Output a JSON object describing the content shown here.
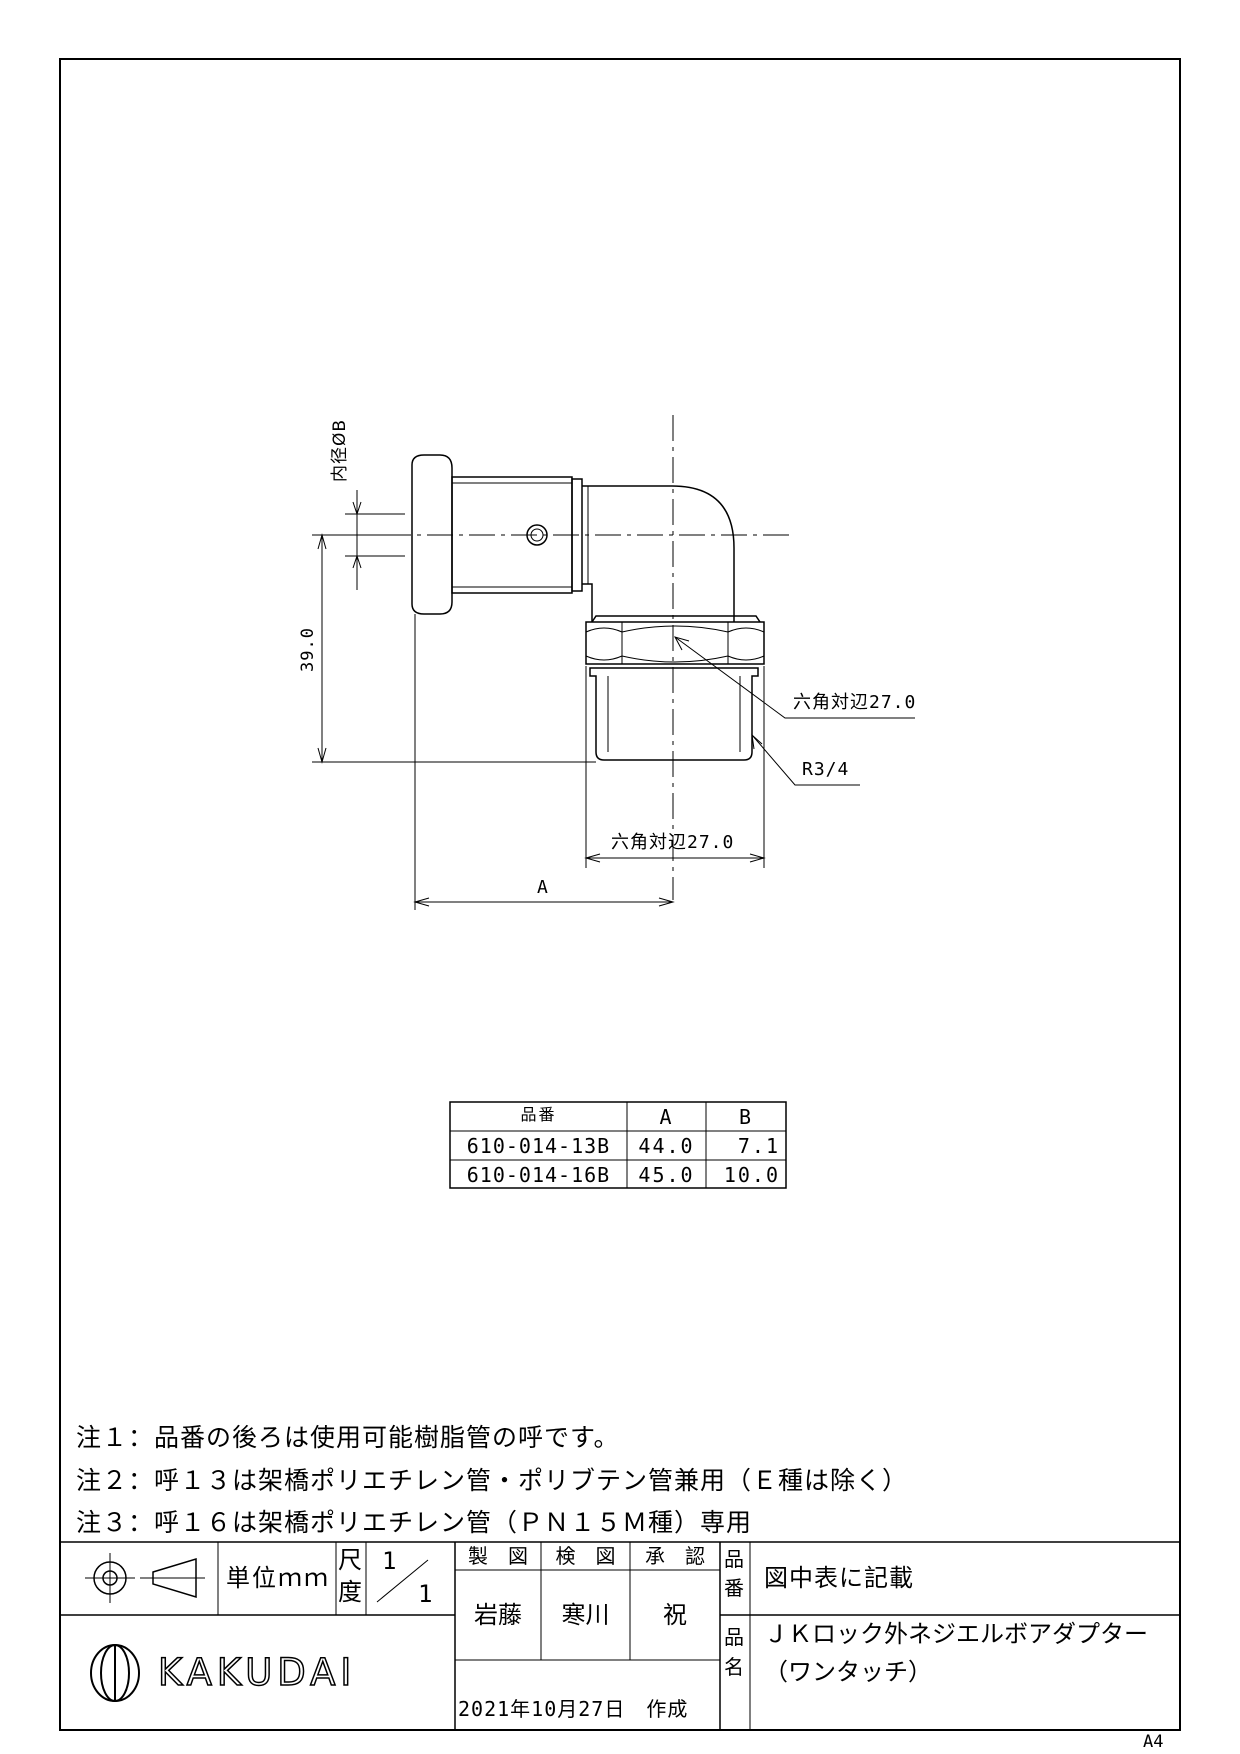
{
  "drawing": {
    "labels": {
      "inner_diameter": "内径ØB",
      "height": "39.0",
      "hex_upper": "六角対辺27.0",
      "thread": "R3/4",
      "hex_lower": "六角対辺27.0",
      "dim_a": "A"
    }
  },
  "spec_table": {
    "headers": [
      "品番",
      "A",
      "B"
    ],
    "rows": [
      [
        "610-014-13B",
        "44.0",
        "7.1"
      ],
      [
        "610-014-16B",
        "45.0",
        "10.0"
      ]
    ]
  },
  "notes": [
    "注１：品番の後ろは使用可能樹脂管の呼です。",
    "注２：呼１３は架橋ポリエチレン管・ポリブテン管兼用（Ｅ種は除く）",
    "注３：呼１６は架橋ポリエチレン管（ＰＮ１５Ｍ種）専用"
  ],
  "title_block": {
    "unit": "単位ｍｍ",
    "scale_label_1": "尺",
    "scale_label_2": "度",
    "scale_num": "1",
    "scale_den": "1",
    "made_label": "製　図",
    "checked_label": "検　図",
    "approved_label": "承　認",
    "made_by": "岩藤",
    "checked_by": "寒川",
    "approved_by": "祝",
    "date": "2021年10月27日　作成",
    "part_no_label_1": "品",
    "part_no_label_2": "番",
    "part_no": "図中表に記載",
    "part_name_label_1": "品",
    "part_name_label_2": "名",
    "part_name_1": "ＪＫロック外ネジエルボアダプター",
    "part_name_2": "（ワンタッチ）",
    "brand": "KAKUDAI",
    "paper_size": "A4"
  }
}
